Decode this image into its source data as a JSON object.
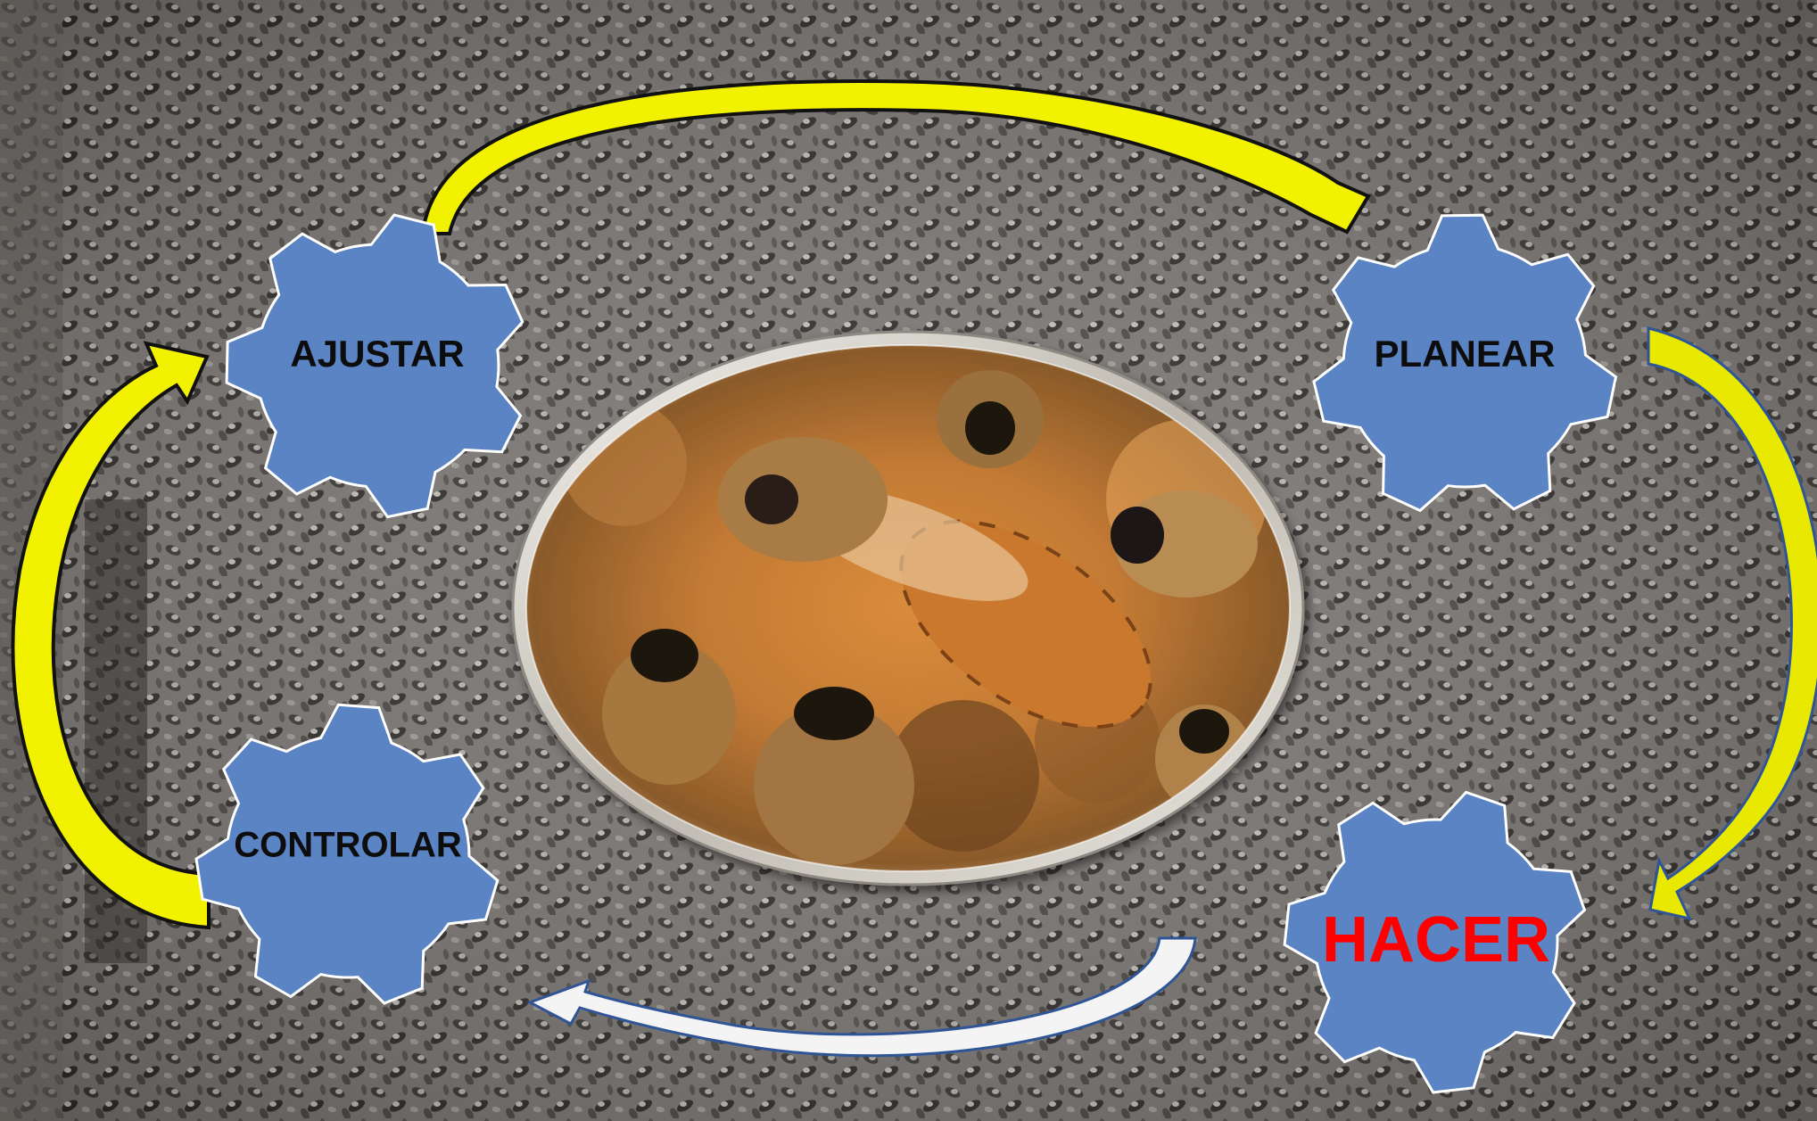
{
  "diagram": {
    "background": {
      "description_icon": "bee-swarm-background",
      "base_color": "#7a7673"
    },
    "center_image": {
      "icon": "queen-bee-photo",
      "frame_color": "#d9d6cf"
    },
    "gears": [
      {
        "id": "ajustar",
        "label": "AJUSTAR",
        "fill": "#5b84c4",
        "text_color": "#0d0d0d"
      },
      {
        "id": "planear",
        "label": "PLANEAR",
        "fill": "#5b84c4",
        "text_color": "#0d0d0d"
      },
      {
        "id": "hacer",
        "label": "HACER",
        "fill": "#5b84c4",
        "text_color": "#ff0000"
      },
      {
        "id": "controlar",
        "label": "CONTROLAR",
        "fill": "#5b84c4",
        "text_color": "#0d0d0d"
      }
    ],
    "arrows": [
      {
        "id": "ajustar-to-planear",
        "color": "#f2f200",
        "outline": "#111111"
      },
      {
        "id": "planear-to-hacer",
        "color": "#e8e800",
        "outline": "#2f5597"
      },
      {
        "id": "hacer-to-controlar",
        "color": "#f4f4f4",
        "outline": "#2f5597"
      },
      {
        "id": "controlar-to-ajustar",
        "color": "#f2f200",
        "outline": "#111111"
      }
    ]
  }
}
